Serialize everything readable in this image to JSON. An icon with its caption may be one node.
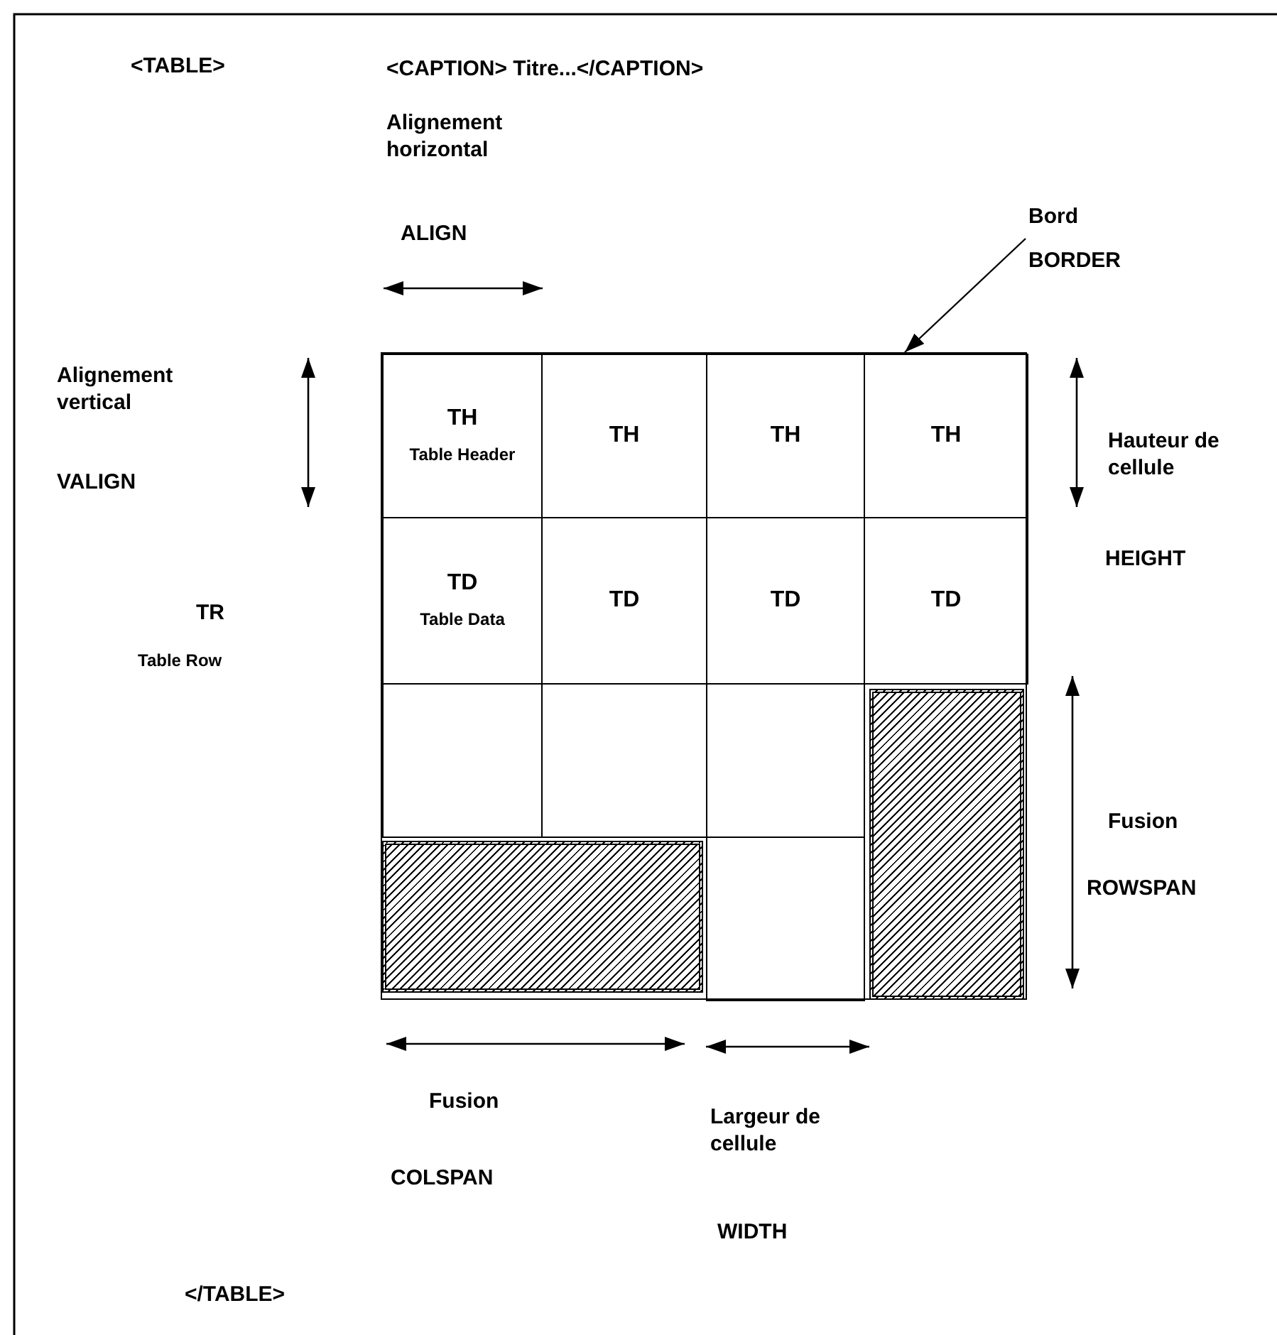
{
  "diagram": {
    "nodes": [
      {
        "text": [],
        "shape": "box"
      },
      {
        "text": [
          "TH",
          "Table Header"
        ],
        "in": 0
      },
      {
        "text": [
          "TH"
        ],
        "in": 0
      },
      {
        "text": [
          "TH"
        ],
        "in": 0
      },
      {
        "text": [
          "TH"
        ],
        "in": 0
      },
      {
        "text": [
          "TD",
          "Table Data"
        ],
        "in": 0
      },
      {
        "text": [
          "TD"
        ],
        "in": 0
      },
      {
        "text": [
          "TD"
        ],
        "in": 0
      },
      {
        "text": [
          "TD"
        ],
        "in": 0
      },
      {
        "text": [],
        "shape": "box",
        "in": 0
      },
      {
        "text": [],
        "shape": "box",
        "in": 0
      },
      {
        "text": [],
        "shape": "box",
        "in": 0
      },
      {
        "text": [],
        "shape": "box",
        "in": 0
      },
      {
        "text": [],
        "shape": "box",
        "in": 0
      },
      {
        "text": [],
        "shape": "box",
        "in": 0
      },
      {
        "text": [
          "Bord",
          "BORDER"
        ]
      }
    ],
    "edges": [
      {
        "from": 15,
        "to": 0,
        "arrow": "to"
      }
    ],
    "labels": [
      "<TABLE>",
      "<CAPTION> Titre...</CAPTION>",
      "Alignement horizontal",
      "ALIGN",
      "Alignement vertical",
      "VALIGN",
      "Hauteur de cellule",
      "TR",
      "HEIGHT",
      "Table Row",
      "Fusion",
      "ROWSPAN",
      "Fusion",
      "Largeur de cellule",
      "COLSPAN",
      "WIDTH",
      "</TABLE>"
    ]
  }
}
